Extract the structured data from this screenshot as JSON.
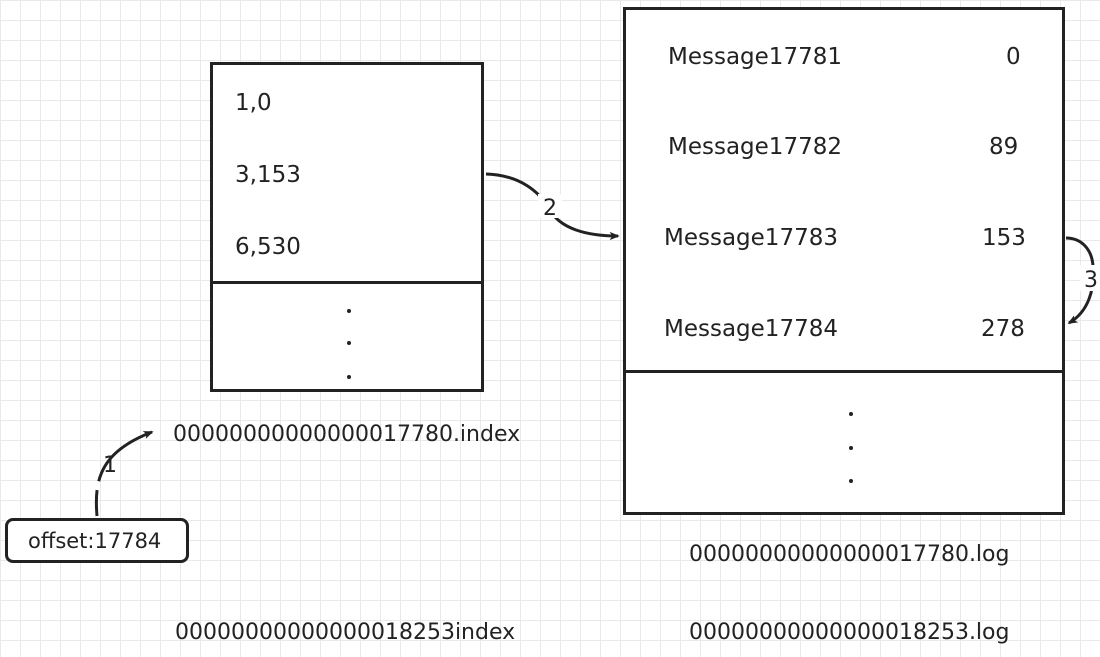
{
  "index_file": {
    "entries": [
      "1,0",
      "3,153",
      "6,530"
    ],
    "ellipsis": ". . .",
    "filename": "00000000000000017780.index"
  },
  "log_file": {
    "messages": [
      {
        "name": "Message17781",
        "position": "0"
      },
      {
        "name": "Message17782",
        "position": "89"
      },
      {
        "name": "Message17783",
        "position": "153"
      },
      {
        "name": "Message17784",
        "position": "278"
      }
    ],
    "ellipsis": ". . .",
    "filename": "00000000000000017780.log"
  },
  "offset_box": {
    "label": "offset:17784"
  },
  "next_segment": {
    "index_filename": "00000000000000018253index",
    "log_filename": "00000000000000018253.log"
  },
  "steps": [
    "1",
    "2",
    "3"
  ]
}
